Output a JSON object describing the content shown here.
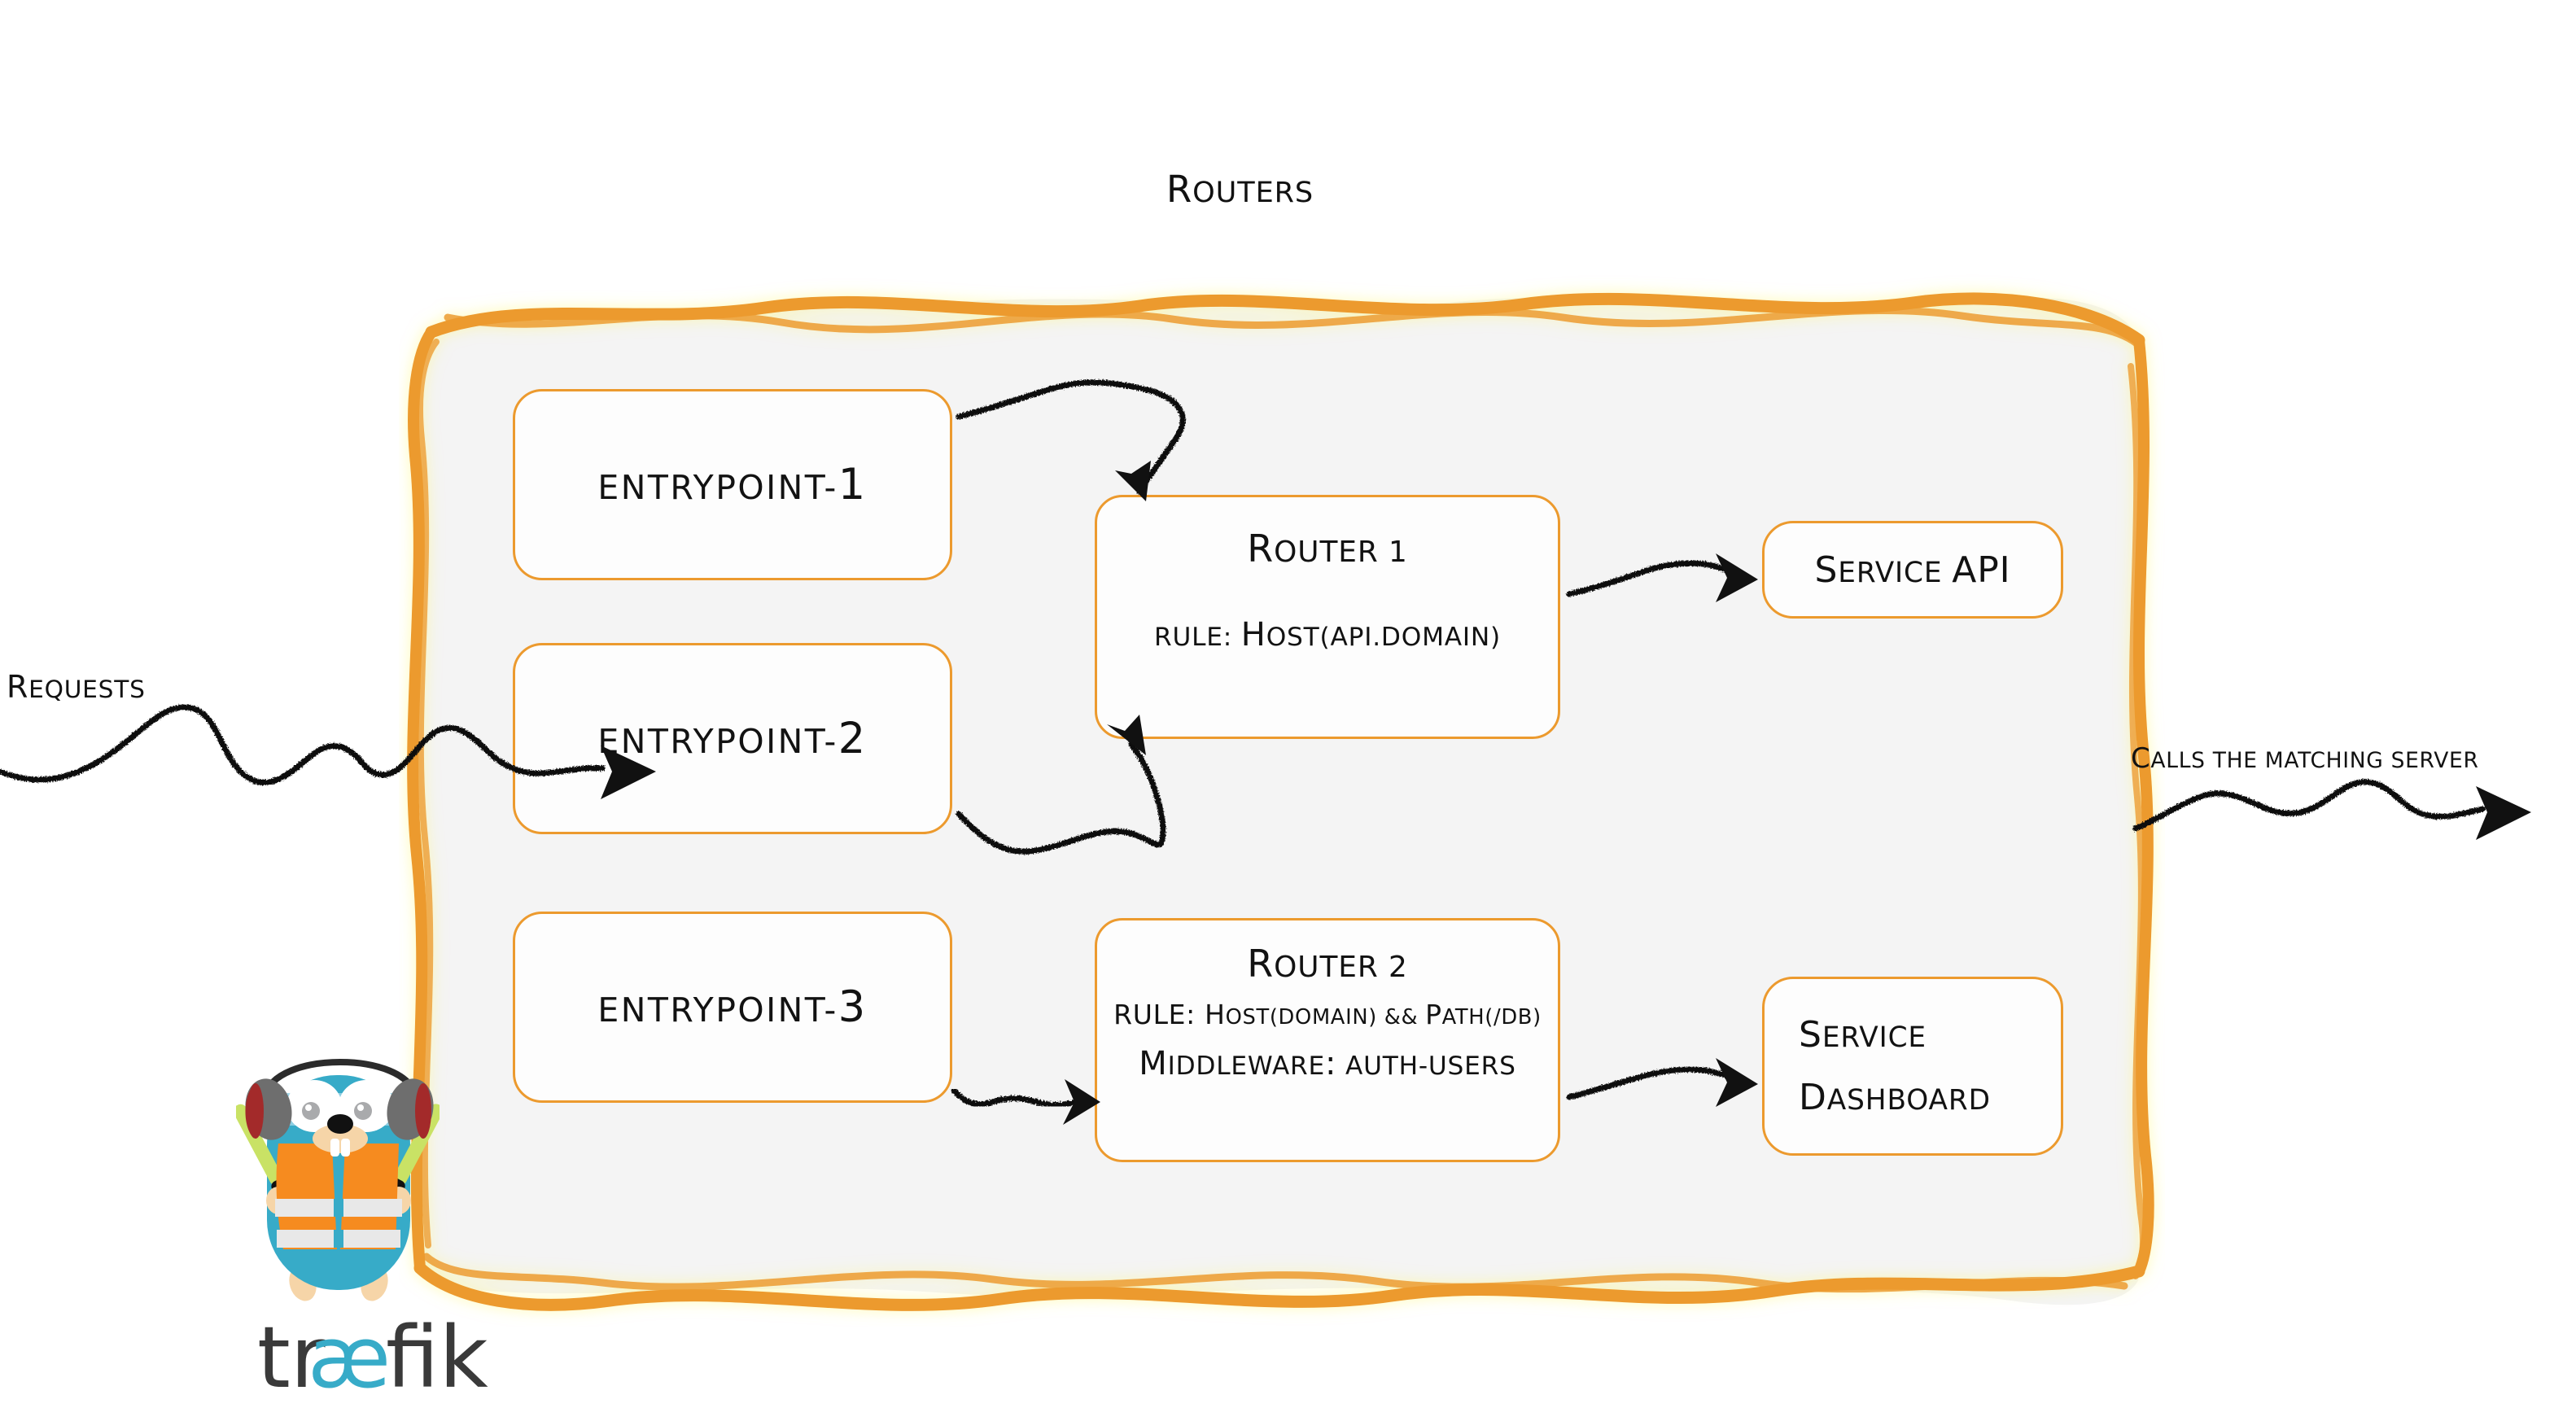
{
  "title": "Routers",
  "panel": {
    "fill": "#F4F4F4",
    "stroke": "#EC9A2E"
  },
  "entrypoints": [
    {
      "name": "entrypoint-1",
      "label": "entrypoint",
      "number": "1"
    },
    {
      "name": "entrypoint-2",
      "label": "entrypoint",
      "number": "2"
    },
    {
      "name": "entrypoint-3",
      "label": "entrypoint",
      "number": "3"
    }
  ],
  "routers": [
    {
      "title": "Router 1",
      "rule_key": "rule:",
      "rule_value": "Host(api.domain)",
      "rule_full": "rule: Host(api.domain)"
    },
    {
      "title": "Router 2",
      "rule_key": "rule:",
      "rule_value": "Host(domain) && Path(/db)",
      "rule_full": "rule: Host(domain) && Path(/db)",
      "middleware_key": "Middleware:",
      "middleware_value": "auth-users",
      "middleware_full": "Middleware: auth-users"
    }
  ],
  "services": [
    {
      "name": "service-api",
      "line1": "Service API"
    },
    {
      "name": "service-dashboard",
      "line1": "Service",
      "line2": "Dashboard"
    }
  ],
  "labels": {
    "requests": "Requests",
    "calls": "Calls the matching server"
  },
  "logo": {
    "word_part1": "tr",
    "word_ae": "æ",
    "word_part2": "fik",
    "body_color": "#37ABC8",
    "vest_color": "#F68B1F",
    "word_color": "#3A3A3A",
    "ae_color": "#37ABC8",
    "wand_color": "#C9E265"
  },
  "colors": {
    "orange": "#EC9A2E",
    "ink": "#121212",
    "panel_fill": "#F4F4F4",
    "node_fill": "#FDFDFD"
  }
}
